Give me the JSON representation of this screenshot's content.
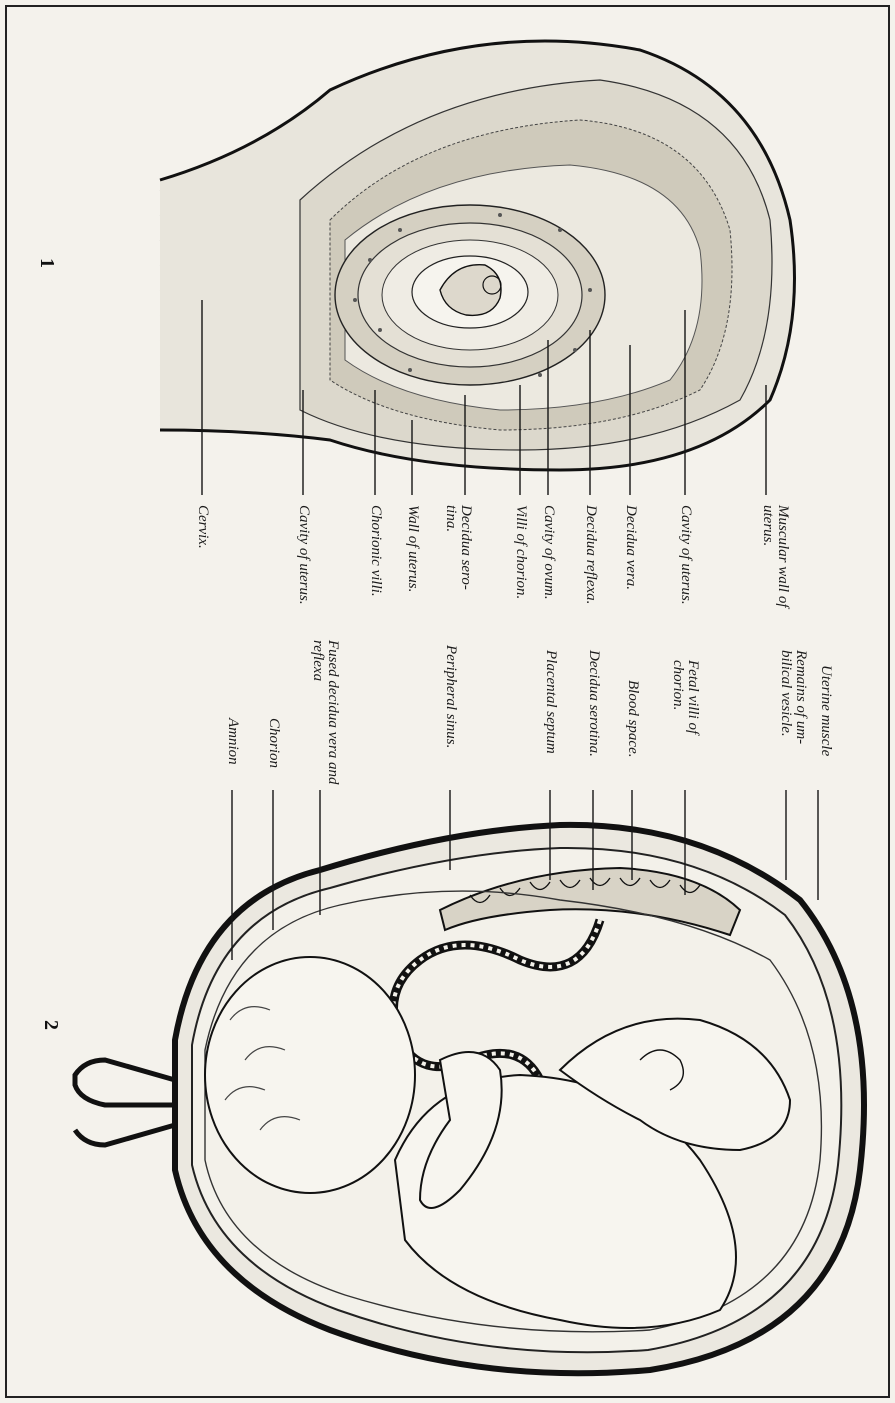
{
  "figure": {
    "fig1_number": "1",
    "fig2_number": "2"
  },
  "fig1_labels": [
    "Cervix.",
    "Cavity of uterus.",
    "Chorionic villi.",
    "Wall of uterus.",
    "Decidua sero-tina.",
    "Villi of chorion.",
    "Cavity of ovum.",
    "Decidua reflexa.",
    "Decidua vera.",
    "Cavity of uterus.",
    "Muscular wall of uterus."
  ],
  "fig2_labels": [
    "Amnion",
    "Chorion",
    "Fused decidua vera and reflexa",
    "Peripheral sinus.",
    "Placental septum",
    "Decidua serotina.",
    "Blood space.",
    "Fetal villi of chorion.",
    "Remains of um-bilical vesicle.",
    "Uterine muscle"
  ]
}
